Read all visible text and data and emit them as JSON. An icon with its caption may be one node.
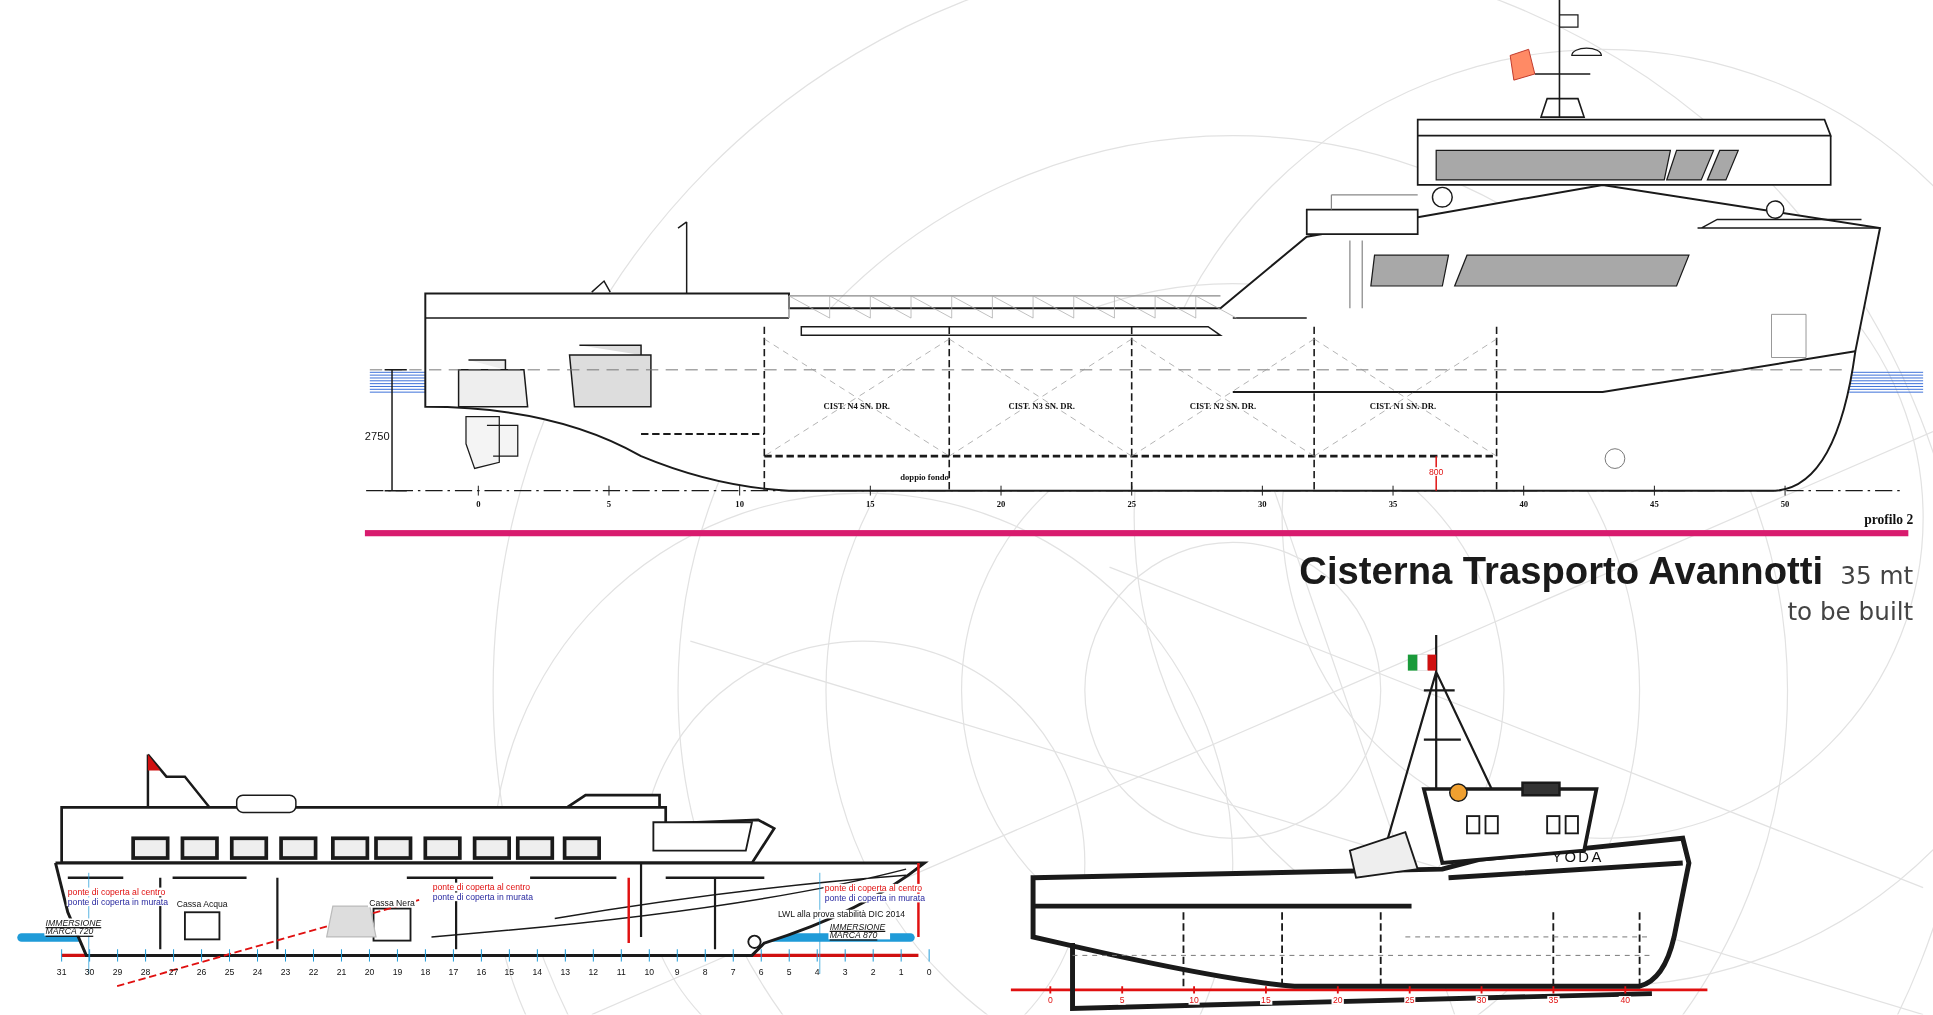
{
  "diagram": {
    "title": "Cisterna Trasporto Avannotti",
    "labels": [
      "CIST. N4 SN. DR.",
      "CIST. N3 SN. DR.",
      "CIST. N2 SN. DR.",
      "CIST. N1 SN. DR.",
      "2750",
      "doppio fondo",
      "800",
      "0",
      "5",
      "10",
      "15",
      "20",
      "25",
      "30",
      "35",
      "40",
      "45",
      "50",
      "profilo 2",
      "35 mt",
      "to be built",
      "ponte di coperta al centro",
      "ponte di coperta in murata",
      "ponte di coperta al centro",
      "ponte di coperta in murata",
      "ponte di coperta al centro",
      "ponte di coperta in murata",
      "Cassa Acqua",
      "Cassa Nera",
      "IMMERSIONE MARCA 720",
      "LWL alla prova stabilità DIC 2014",
      "IMMERSIONE MARCA 870",
      "31",
      "30",
      "29",
      "28",
      "27",
      "26",
      "25",
      "24",
      "23",
      "22",
      "21",
      "20",
      "19",
      "18",
      "17",
      "16",
      "15",
      "14",
      "13",
      "12",
      "11",
      "10",
      "9",
      "8",
      "7",
      "6",
      "5",
      "4",
      "3",
      "2",
      "1",
      "0",
      "YODA",
      "0",
      "5",
      "10",
      "15",
      "20",
      "25",
      "30",
      "35",
      "40"
    ]
  }
}
